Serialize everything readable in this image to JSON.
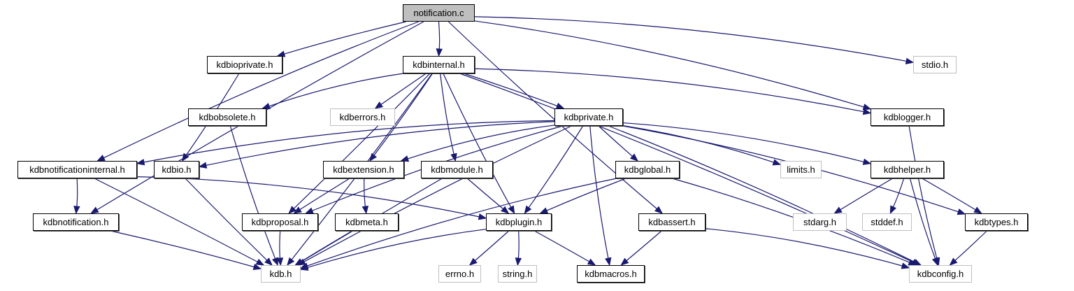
{
  "title": "notification.c",
  "colors": {
    "edge": "#191970",
    "root_fill": "#bfbfbf",
    "external_border": "#bfbfbf",
    "internal_border": "#000000"
  },
  "nodes": [
    {
      "id": "notification_c",
      "label": "notification.c",
      "kind": "root"
    },
    {
      "id": "kdbioprivate_h",
      "label": "kdbioprivate.h",
      "kind": "int"
    },
    {
      "id": "kdbinternal_h",
      "label": "kdbinternal.h",
      "kind": "int"
    },
    {
      "id": "stdio_h",
      "label": "stdio.h",
      "kind": "ext"
    },
    {
      "id": "kdbobsolete_h",
      "label": "kdbobsolete.h",
      "kind": "int"
    },
    {
      "id": "kdberrors_h",
      "label": "kdberrors.h",
      "kind": "ext"
    },
    {
      "id": "kdbprivate_h",
      "label": "kdbprivate.h",
      "kind": "int"
    },
    {
      "id": "kdblogger_h",
      "label": "kdblogger.h",
      "kind": "int"
    },
    {
      "id": "kdbnotificationinternal_h",
      "label": "kdbnotificationinternal.h",
      "kind": "int"
    },
    {
      "id": "kdbio_h",
      "label": "kdbio.h",
      "kind": "int"
    },
    {
      "id": "kdbextension_h",
      "label": "kdbextension.h",
      "kind": "int"
    },
    {
      "id": "kdbmodule_h",
      "label": "kdbmodule.h",
      "kind": "int"
    },
    {
      "id": "kdbglobal_h",
      "label": "kdbglobal.h",
      "kind": "int"
    },
    {
      "id": "limits_h",
      "label": "limits.h",
      "kind": "ext"
    },
    {
      "id": "kdbhelper_h",
      "label": "kdbhelper.h",
      "kind": "int"
    },
    {
      "id": "kdbnotification_h",
      "label": "kdbnotification.h",
      "kind": "int"
    },
    {
      "id": "kdbproposal_h",
      "label": "kdbproposal.h",
      "kind": "int"
    },
    {
      "id": "kdbmeta_h",
      "label": "kdbmeta.h",
      "kind": "int"
    },
    {
      "id": "kdbplugin_h",
      "label": "kdbplugin.h",
      "kind": "int"
    },
    {
      "id": "kdbassert_h",
      "label": "kdbassert.h",
      "kind": "int"
    },
    {
      "id": "stdarg_h",
      "label": "stdarg.h",
      "kind": "ext"
    },
    {
      "id": "stddef_h",
      "label": "stddef.h",
      "kind": "ext"
    },
    {
      "id": "kdbtypes_h",
      "label": "kdbtypes.h",
      "kind": "int"
    },
    {
      "id": "kdb_h",
      "label": "kdb.h",
      "kind": "ext"
    },
    {
      "id": "errno_h",
      "label": "errno.h",
      "kind": "ext"
    },
    {
      "id": "string_h",
      "label": "string.h",
      "kind": "ext"
    },
    {
      "id": "kdbmacros_h",
      "label": "kdbmacros.h",
      "kind": "int"
    },
    {
      "id": "kdbconfig_h",
      "label": "kdbconfig.h",
      "kind": "ext"
    }
  ],
  "edges": [
    [
      "notification_c",
      "kdbioprivate_h"
    ],
    [
      "notification_c",
      "kdbinternal_h"
    ],
    [
      "notification_c",
      "stdio_h"
    ],
    [
      "notification_c",
      "kdblogger_h"
    ],
    [
      "notification_c",
      "kdbnotificationinternal_h"
    ],
    [
      "notification_c",
      "kdbnotification_h"
    ],
    [
      "notification_c",
      "kdbassert_h"
    ],
    [
      "kdbioprivate_h",
      "kdbio_h"
    ],
    [
      "kdbinternal_h",
      "kdbobsolete_h"
    ],
    [
      "kdbinternal_h",
      "kdberrors_h"
    ],
    [
      "kdbinternal_h",
      "kdbprivate_h"
    ],
    [
      "kdbinternal_h",
      "kdblogger_h"
    ],
    [
      "kdbinternal_h",
      "kdbextension_h"
    ],
    [
      "kdbinternal_h",
      "kdbmodule_h"
    ],
    [
      "kdbinternal_h",
      "kdbproposal_h"
    ],
    [
      "kdbinternal_h",
      "kdbplugin_h"
    ],
    [
      "kdbinternal_h",
      "kdb_h"
    ],
    [
      "kdbinternal_h",
      "kdbconfig_h"
    ],
    [
      "kdbobsolete_h",
      "kdb_h"
    ],
    [
      "kdbprivate_h",
      "kdbnotificationinternal_h"
    ],
    [
      "kdbprivate_h",
      "kdbio_h"
    ],
    [
      "kdbprivate_h",
      "kdbextension_h"
    ],
    [
      "kdbprivate_h",
      "kdbproposal_h"
    ],
    [
      "kdbprivate_h",
      "kdbplugin_h"
    ],
    [
      "kdbprivate_h",
      "kdbglobal_h"
    ],
    [
      "kdbprivate_h",
      "limits_h"
    ],
    [
      "kdbprivate_h",
      "kdbhelper_h"
    ],
    [
      "kdbprivate_h",
      "kdbtypes_h"
    ],
    [
      "kdbprivate_h",
      "kdbmacros_h"
    ],
    [
      "kdbprivate_h",
      "kdbconfig_h"
    ],
    [
      "kdbprivate_h",
      "kdb_h"
    ],
    [
      "kdblogger_h",
      "kdbconfig_h"
    ],
    [
      "kdbnotificationinternal_h",
      "kdbnotification_h"
    ],
    [
      "kdbnotificationinternal_h",
      "kdb_h"
    ],
    [
      "kdbnotificationinternal_h",
      "kdbplugin_h"
    ],
    [
      "kdbio_h",
      "kdb_h"
    ],
    [
      "kdbextension_h",
      "kdbproposal_h"
    ],
    [
      "kdbextension_h",
      "kdbmeta_h"
    ],
    [
      "kdbmodule_h",
      "kdbplugin_h"
    ],
    [
      "kdbmodule_h",
      "kdb_h"
    ],
    [
      "kdbglobal_h",
      "kdbplugin_h"
    ],
    [
      "kdbglobal_h",
      "kdb_h"
    ],
    [
      "kdbglobal_h",
      "kdbconfig_h"
    ],
    [
      "kdbhelper_h",
      "stdarg_h"
    ],
    [
      "kdbhelper_h",
      "stddef_h"
    ],
    [
      "kdbhelper_h",
      "kdbtypes_h"
    ],
    [
      "kdbhelper_h",
      "kdbconfig_h"
    ],
    [
      "kdbnotification_h",
      "kdb_h"
    ],
    [
      "kdbproposal_h",
      "kdb_h"
    ],
    [
      "kdbmeta_h",
      "kdb_h"
    ],
    [
      "kdbplugin_h",
      "kdb_h"
    ],
    [
      "kdbplugin_h",
      "errno_h"
    ],
    [
      "kdbplugin_h",
      "string_h"
    ],
    [
      "kdbplugin_h",
      "kdbmacros_h"
    ],
    [
      "kdbassert_h",
      "kdbmacros_h"
    ],
    [
      "kdbassert_h",
      "kdbconfig_h"
    ],
    [
      "kdbtypes_h",
      "kdbconfig_h"
    ]
  ]
}
